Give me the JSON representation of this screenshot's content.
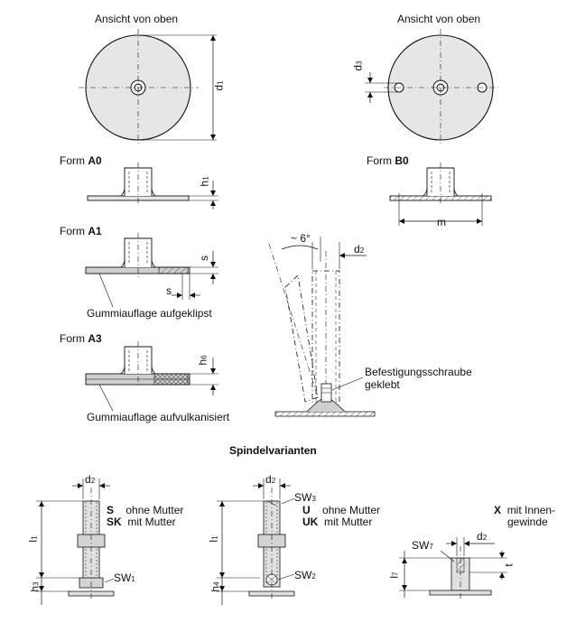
{
  "views": {
    "top_view_left": "Ansicht von oben",
    "top_view_right": "Ansicht von oben"
  },
  "forms": {
    "a0_prefix": "Form ",
    "a0": "A0",
    "b0_prefix": "Form ",
    "b0": "B0",
    "a1_prefix": "Form ",
    "a1": "A1",
    "a3_prefix": "Form ",
    "a3": "A3"
  },
  "annotations": {
    "rubber_clipped": "Gummiauflage aufgeklipst",
    "rubber_vulcanized": "Gummiauflage aufvulkanisiert",
    "screw_glued_1": "Befestigungsschraube",
    "screw_glued_2": "geklebt",
    "angle": "~ 6°"
  },
  "dimensions": {
    "d": "d",
    "d1_sub": "1",
    "d2_sub": "2",
    "d3_sub": "3",
    "h": "h",
    "h1_sub": "1",
    "h3_sub": "3",
    "h4_sub": "4",
    "h6_sub": "6",
    "l": "l",
    "l1_sub": "1",
    "l7_sub": "7",
    "s": "s",
    "m": "m",
    "t": "t",
    "sw": "SW",
    "sw1_sub": "1",
    "sw2_sub": "2",
    "sw3_sub": "3",
    "sw7_sub": "7"
  },
  "spindle": {
    "heading": "Spindelvarianten",
    "s_code": "S",
    "s_text": "ohne Mutter",
    "sk_code": "SK",
    "sk_text": "mit Mutter",
    "u_code": "U",
    "u_text": "ohne Mutter",
    "uk_code": "UK",
    "uk_text": "mit Mutter",
    "x_code": "X",
    "x_text_1": "mit Innen-",
    "x_text_2": "gewinde"
  }
}
